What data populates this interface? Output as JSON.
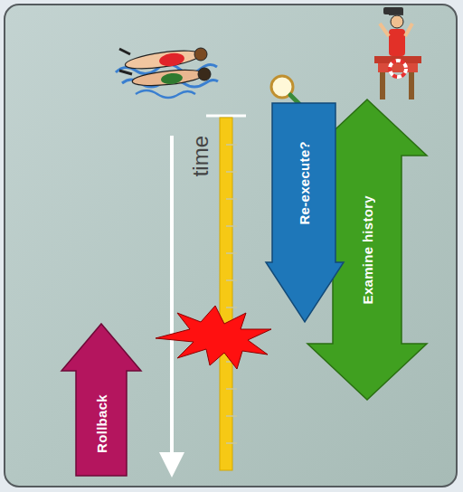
{
  "diagram": {
    "nodes": [
      {
        "text": [
          "Examine history"
        ]
      },
      {
        "text": [
          "Re-execute?"
        ]
      },
      {
        "text": [
          "Rollback"
        ]
      }
    ],
    "labels": [
      "time"
    ]
  }
}
